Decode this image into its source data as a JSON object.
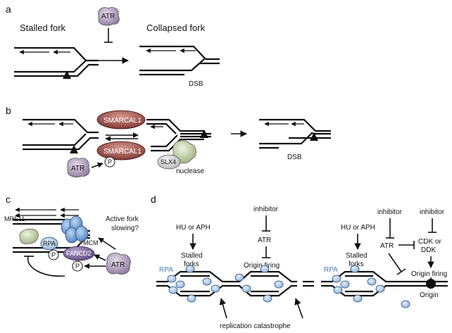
{
  "panels": {
    "a": {
      "letter": "a",
      "stalled_fork": "Stalled fork",
      "collapsed_fork": "Collapsed fork",
      "atr": "ATR",
      "dsb": "DSB"
    },
    "b": {
      "letter": "b",
      "smarcal1_top": "SMARCAL1",
      "smarcal1_bottom": "SMARCAL1",
      "atr": "ATR",
      "p": "P",
      "slx4": "SLX4",
      "nuclease": "nuclease",
      "dsb": "DSB"
    },
    "c": {
      "letter": "c",
      "mre11": "MRE11",
      "rpa": "RPA",
      "mcm": "MCM",
      "fancd2": "FANCD2",
      "atr": "ATR",
      "p": "P",
      "question_line1": "Active fork",
      "question_line2": "slowing?"
    },
    "d": {
      "letter": "d",
      "hu_left": "HU or APH",
      "stalled_left_1": "Stalled",
      "stalled_left_2": "forks",
      "rpa_left": "RPA",
      "inhibitor_mid": "inhibitor",
      "atr_mid": "ATR",
      "origin_firing_mid": "Origin firing",
      "catastrophe": "replication catastrophe",
      "hu_right": "HU or APH",
      "stalled_right_1": "Stalled",
      "stalled_right_2": "forks",
      "rpa_right": "RPA",
      "inhibitor_r1": "inhibitor",
      "inhibitor_r2": "inhibitor",
      "atr_right": "ATR",
      "cdk_1": "CDK or",
      "cdk_2": "DDK",
      "origin_firing_right": "Origin firing",
      "origin": "Origin"
    }
  }
}
